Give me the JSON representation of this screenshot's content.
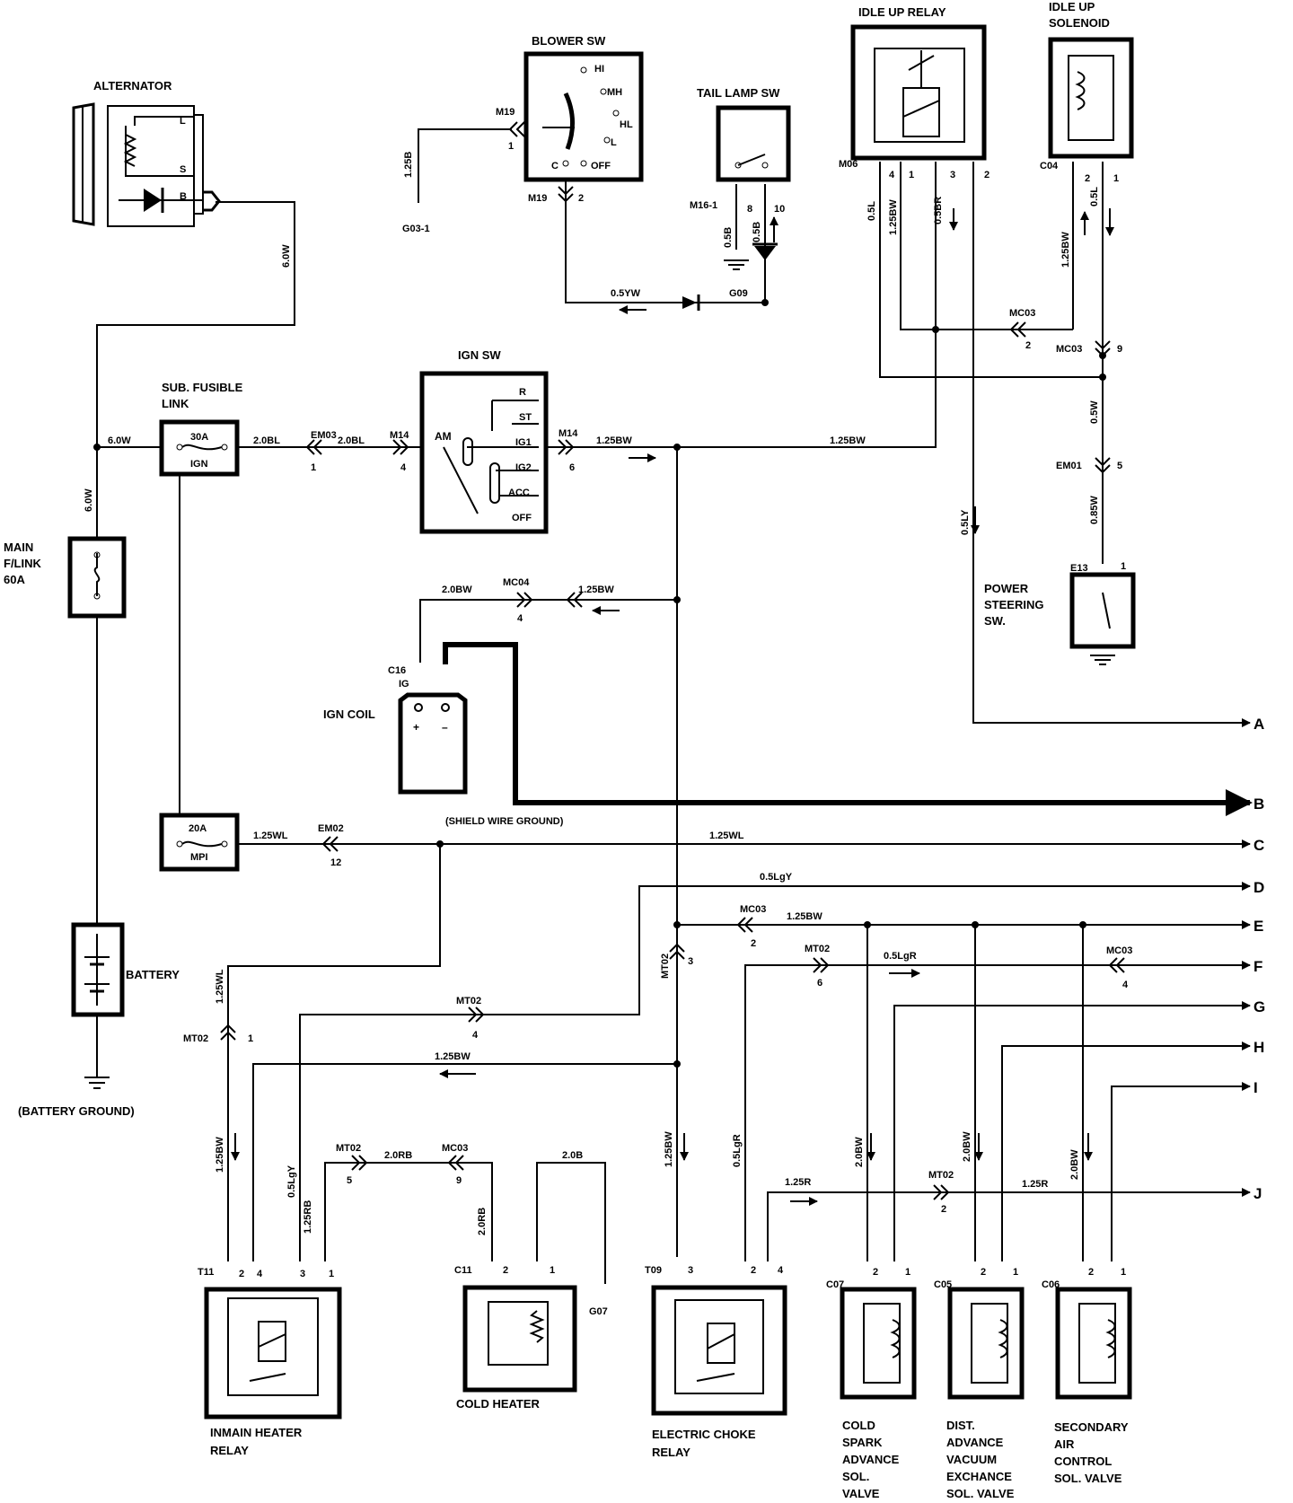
{
  "components": {
    "alternator": "ALTERNATOR",
    "alternator_terms": [
      "L",
      "S",
      "B"
    ],
    "blower_sw": "BLOWER SW",
    "blower_positions": [
      "HI",
      "MH",
      "HL",
      "L",
      "OFF",
      "C"
    ],
    "tail_lamp_sw": "TAIL LAMP SW",
    "idle_up_relay": "IDLE UP RELAY",
    "idle_up_solenoid": [
      "IDLE UP",
      "SOLENOID"
    ],
    "ign_sw": "IGN SW",
    "ign_positions": [
      "R",
      "ST",
      "IG1",
      "IG2",
      "ACC",
      "OFF",
      "AM"
    ],
    "sub_fusible_link": [
      "SUB. FUSIBLE",
      "LINK"
    ],
    "fuse_30a": [
      "30A",
      "IGN"
    ],
    "fuse_20a": [
      "20A",
      "MPI"
    ],
    "main_flink": [
      "MAIN",
      "F/LINK",
      "60A"
    ],
    "battery": "BATTERY",
    "battery_ground": "(BATTERY GROUND)",
    "ign_coil": "IGN COIL",
    "ign_coil_conn": [
      "C16",
      "IG"
    ],
    "shield_ground": "(SHIELD WIRE GROUND)",
    "power_steering_sw": [
      "POWER",
      "STEERING",
      "SW."
    ],
    "inmain_heater_relay": [
      "INMAIN HEATER",
      "RELAY"
    ],
    "cold_heater": "COLD HEATER",
    "electric_choke_relay": [
      "ELECTRIC CHOKE",
      "RELAY"
    ],
    "cold_spark": [
      "COLD",
      "SPARK",
      "ADVANCE",
      "SOL.",
      "VALVE"
    ],
    "dist_advance": [
      "DIST.",
      "ADVANCE",
      "VACUUM",
      "EXCHANCE",
      "SOL. VALVE"
    ],
    "secondary_air": [
      "SECONDARY",
      "AIR",
      "CONTROL",
      "SOL. VALVE"
    ]
  },
  "outputs": [
    "A",
    "B",
    "C",
    "D",
    "E",
    "F",
    "G",
    "H",
    "I",
    "J"
  ],
  "wire_labels": {
    "w_6ow_a": "6.0W",
    "w_6ow_b": "6.0W",
    "w_6ow_c": "6.0W",
    "w_2obl_a": "2.0BL",
    "w_2obl_b": "2.0BL",
    "w_125bw_ign": "1.25BW",
    "w_125bw_top": "1.25BW",
    "w_125b_blower": "1.25B",
    "w_05yw": "0.5YW",
    "w_05b_tail": "0.5B",
    "w_05b_tail2": "0.5B",
    "w_05l_idle": "0.5L",
    "w_125bw_idle": "1.25BW",
    "w_05br": "0.5BR",
    "w_125bw_sol": "1.25BW",
    "w_05l_sol": "0.5L",
    "w_05w": "0.5W",
    "w_085w": "0.85W",
    "w_05ly": "0.5LY",
    "w_2obw": "2.0BW",
    "w_125bw_mc04": "1.25BW",
    "w_125wl_a": "1.25WL",
    "w_125wl_b": "1.25WL",
    "w_125wl_c": "1.25WL",
    "w_05lgy_top": "0.5LgY",
    "w_125bw_e": "1.25BW",
    "w_05lgr_f": "0.5LgR",
    "w_125bw_relay": "1.25BW",
    "w_125bw_inmain": "1.25BW",
    "w_05lgy_inmain": "0.5LgY",
    "w_125rb": "1.25RB",
    "w_2orb": "2.0RB",
    "w_2orb_b": "2.0RB",
    "w_2ob": "2.0B",
    "w_125bw_choke": "1.25BW",
    "w_05lgr_choke": "0.5LgR",
    "w_125r_a": "1.25R",
    "w_125r_b": "1.25R",
    "w_2obw_c07": "2.0BW",
    "w_2obw_c05": "2.0BW",
    "w_2obw_c06": "2.0BW"
  },
  "connectors": {
    "em03": "EM03",
    "em03_pin": "1",
    "m14a": "M14",
    "m14a_pin": "4",
    "m14b": "M14",
    "m14b_pin": "6",
    "m19a": "M19",
    "m19a_pin": "1",
    "m19b": "M19",
    "m19b_pin": "2",
    "g03": "G03-1",
    "g09": "G09",
    "g07": "G07",
    "m16": "M16-1",
    "m16_pin_a": "8",
    "m16_pin_b": "10",
    "m06": "M06",
    "m06_pins": [
      "4",
      "1",
      "3",
      "2"
    ],
    "c04": "C04",
    "c04_pins": [
      "2",
      "1"
    ],
    "mc03a": "MC03",
    "mc03a_pin": "2",
    "mc03b": "MC03",
    "mc03b_pin": "9",
    "em01": "EM01",
    "em01_pin": "5",
    "e13": "E13",
    "e13_pin": "1",
    "mc04": "MC04",
    "mc04_pin": "4",
    "em02": "EM02",
    "em02_pin": "12",
    "mc03c": "MC03",
    "mc03c_pin": "2",
    "mt02a": "MT02",
    "mt02a_pin": "3",
    "mt02b": "MT02",
    "mt02b_pin": "6",
    "mc03d": "MC03",
    "mc03d_pin": "4",
    "mt02c": "MT02",
    "mt02c_pin": "1",
    "mt02d": "MT02",
    "mt02d_pin": "4",
    "mt02e": "MT02",
    "mt02e_pin": "5",
    "mc03e": "MC03",
    "mc03e_pin": "9",
    "mt02f": "MT02",
    "mt02f_pin": "2",
    "t11": "T11",
    "t11_pins": [
      "2",
      "4",
      "3",
      "1"
    ],
    "c11": "C11",
    "c11_pins": [
      "2",
      "1"
    ],
    "t09": "T09",
    "t09_pins": [
      "3",
      "2",
      "4"
    ],
    "c07": "C07",
    "c07_pins": [
      "2",
      "1"
    ],
    "c05": "C05",
    "c05_pins": [
      "2",
      "1"
    ],
    "c06": "C06",
    "c06_pins": [
      "2",
      "1"
    ]
  }
}
